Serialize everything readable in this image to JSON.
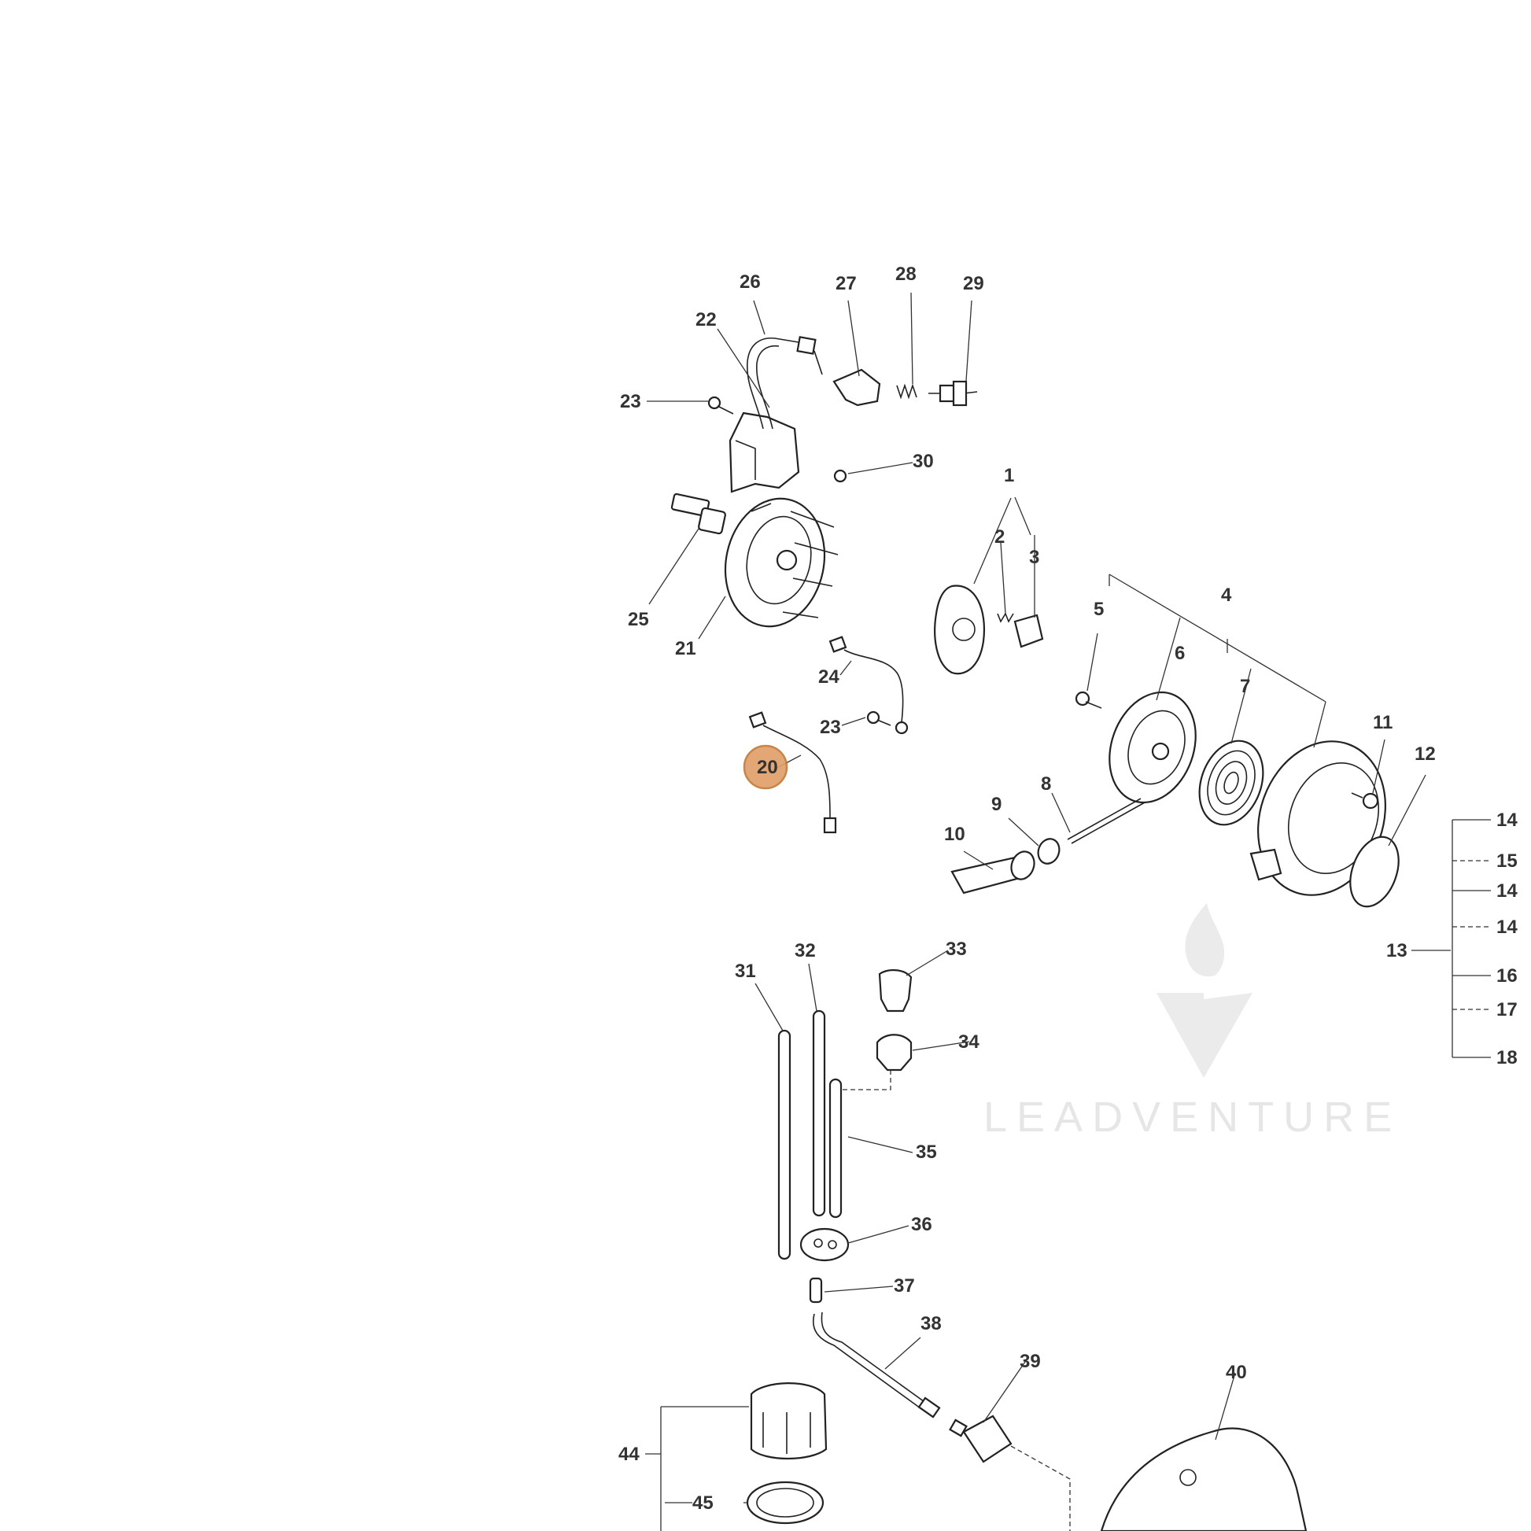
{
  "callouts": [
    "1",
    "2",
    "3",
    "4",
    "5",
    "6",
    "7",
    "8",
    "9",
    "10",
    "11",
    "12",
    "13",
    "14",
    "15",
    "16",
    "17",
    "18",
    "20",
    "21",
    "22",
    "23",
    "24",
    "25",
    "26",
    "27",
    "28",
    "29",
    "30",
    "31",
    "32",
    "33",
    "34",
    "35",
    "36",
    "37",
    "38",
    "39",
    "40",
    "44",
    "45"
  ],
  "highlighted_callout": "20",
  "watermark": {
    "text": "LEADVENTURE"
  },
  "colors": {
    "highlight_fill": "#E0A06A",
    "highlight_stroke": "#C47A3A",
    "line": "#222222",
    "watermark": "#E6E6E6"
  }
}
